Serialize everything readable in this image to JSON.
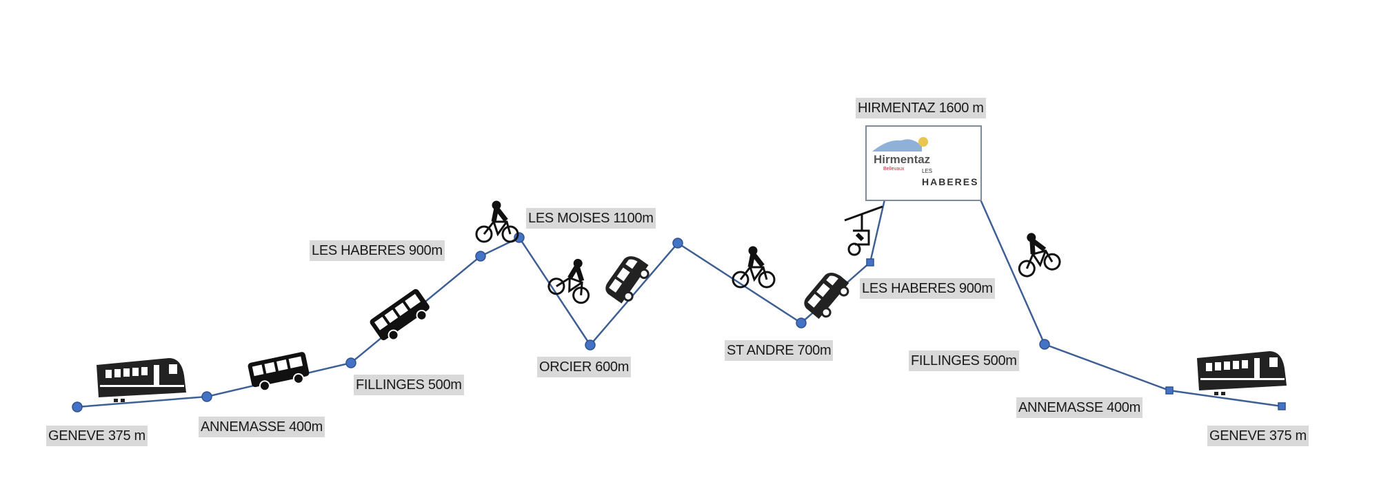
{
  "colors": {
    "line": "#3d5f94",
    "dot": "#4472c4",
    "label_bg": "#d9d9d9"
  },
  "stations": [
    {
      "label": "GENEVE 375 m"
    },
    {
      "label": "ANNEMASSE 400m"
    },
    {
      "label": "FILLINGES 500m"
    },
    {
      "label": "LES HABERES 900m"
    },
    {
      "label": "LES MOISES 1100m"
    },
    {
      "label": "ORCIER 600m"
    },
    {
      "label": "ST ANDRE  700m"
    },
    {
      "label": "LES HABERES 900m"
    },
    {
      "label": "HIRMENTAZ 1600 m"
    },
    {
      "label": "FILLINGES 500m"
    },
    {
      "label": "ANNEMASSE 400m"
    },
    {
      "label": "GENEVE 375 m"
    }
  ],
  "logo": {
    "hirmentaz": "Hirmentaz",
    "bellevaux": "Bellevaux",
    "les": "LES",
    "haberes": "HABERES"
  },
  "icons": [
    "train-icon",
    "bus-icon",
    "bus-icon",
    "bike-icon",
    "bike-icon",
    "van-icon",
    "bike-icon",
    "van-icon",
    "chairlift-icon",
    "bike-icon",
    "train-icon"
  ]
}
